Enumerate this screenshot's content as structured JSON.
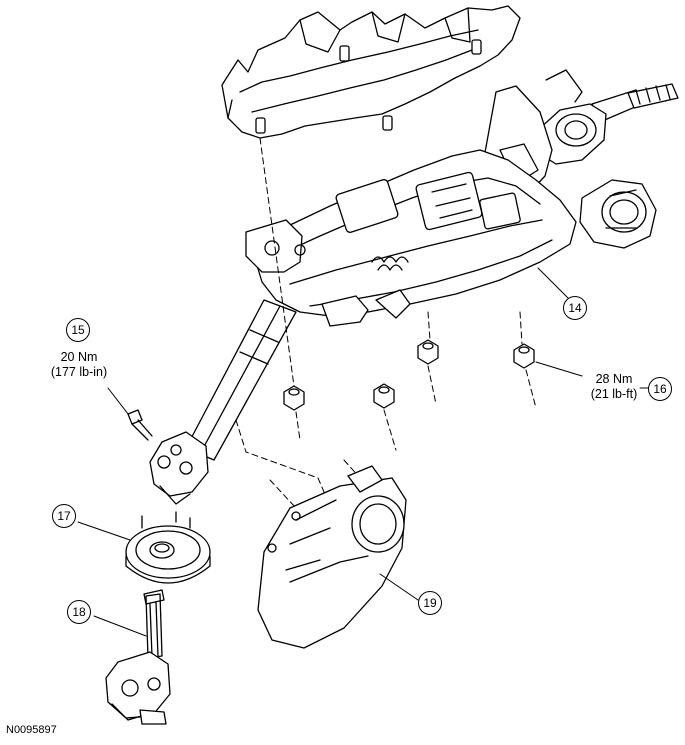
{
  "figure_id": "N0095897",
  "callouts": [
    {
      "id": "14",
      "label": "14"
    },
    {
      "id": "15",
      "label": "15"
    },
    {
      "id": "16",
      "label": "16"
    },
    {
      "id": "17",
      "label": "17"
    },
    {
      "id": "18",
      "label": "18"
    },
    {
      "id": "19",
      "label": "19"
    }
  ],
  "torque_specs": {
    "bolt_15": {
      "metric": "20 Nm",
      "imperial": "(177 lb-in)"
    },
    "nut_16": {
      "metric": "28 Nm",
      "imperial": "(21 lb-ft)"
    }
  }
}
